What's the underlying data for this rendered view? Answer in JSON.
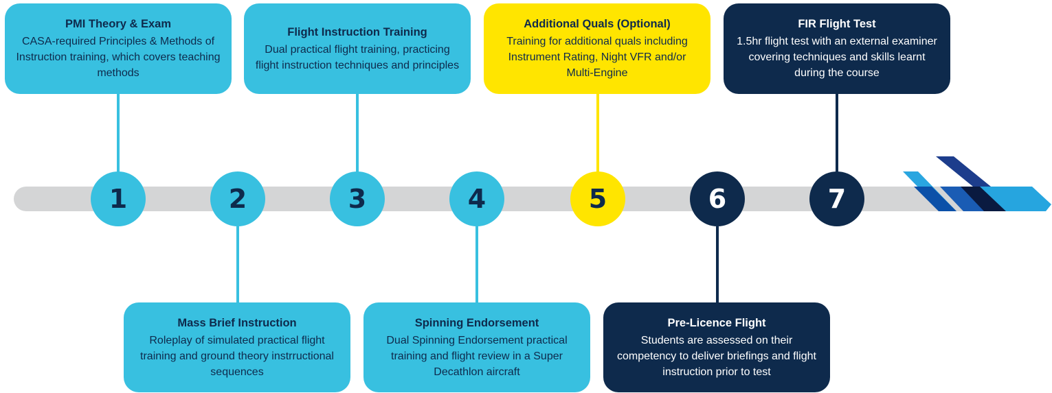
{
  "colors": {
    "track": "#d4d5d6",
    "cyan": "#38c0e0",
    "yellow": "#ffe500",
    "navy": "#0e2a4c"
  },
  "steps": [
    {
      "number": "1",
      "title": "PMI Theory & Exam",
      "body": "CASA-required Principles & Methods of Instruction training, which covers teaching methods"
    },
    {
      "number": "2",
      "title": "Mass Brief Instruction",
      "body": "Roleplay of simulated practical flight training and ground theory instrructional sequences"
    },
    {
      "number": "3",
      "title": "Flight Instruction Training",
      "body": "Dual practical flight training, practicing flight instruction techniques and principles"
    },
    {
      "number": "4",
      "title": "Spinning Endorsement",
      "body": "Dual Spinning Endorsement practical training and flight review in a Super Decathlon aircraft"
    },
    {
      "number": "5",
      "title": "Additional Quals (Optional)",
      "body": "Training for additional quals including Instrument Rating, Night VFR and/or Multi-Engine"
    },
    {
      "number": "6",
      "title": "Pre-Licence Flight",
      "body": "Students are assessed on their competency to deliver briefings and flight instruction prior to test"
    },
    {
      "number": "7",
      "title": "FIR Flight Test",
      "body": "1.5hr flight test with an external examiner covering techniques and skills learnt during the course"
    }
  ]
}
